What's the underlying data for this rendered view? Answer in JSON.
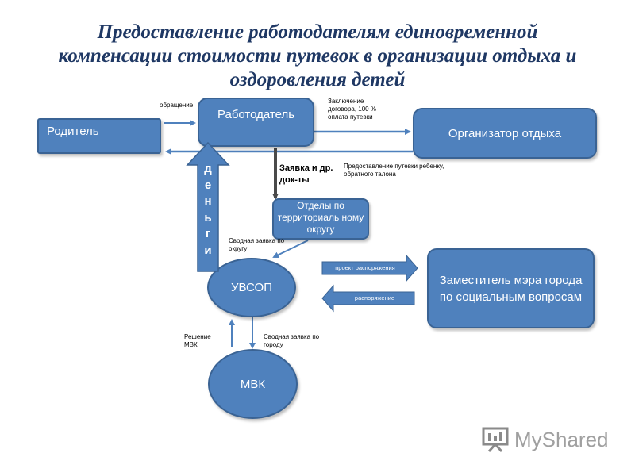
{
  "title_lines": [
    "Предоставление работодателям единовременной",
    "компенсации стоимости путевок  в организации отдыха и",
    "оздоровления детей"
  ],
  "nodes": {
    "parent": "Родитель",
    "employer": "Работодатель",
    "organizer": "Организатор отдыха",
    "departments": "Отделы по территориаль ному округу",
    "uvsop": "УВСОП",
    "deputy": "Заместитель мэра города по социальным вопросам",
    "mvk": "МВК",
    "money": [
      "д",
      "е",
      "н",
      "ь",
      "г",
      "и"
    ]
  },
  "labels": {
    "appeal": "обращение",
    "contract": "Заключение договора, 100 % оплата путевки",
    "provision": "Предоставление путевки ребенку, обратного талона",
    "application": "Заявка и др. док-ты",
    "district_summary": "Сводная заявка по округу",
    "draft_order": "проект распоряжения",
    "order": "распоряжение",
    "mvk_decision": "Решение МВК",
    "city_summary": "Сводная заявка по городу"
  },
  "logo": {
    "text": "MyShared",
    "icon": "presentation-board-icon"
  },
  "colors": {
    "box": "#4f81bd",
    "box_border": "#3a6394",
    "title": "#1f3864"
  }
}
